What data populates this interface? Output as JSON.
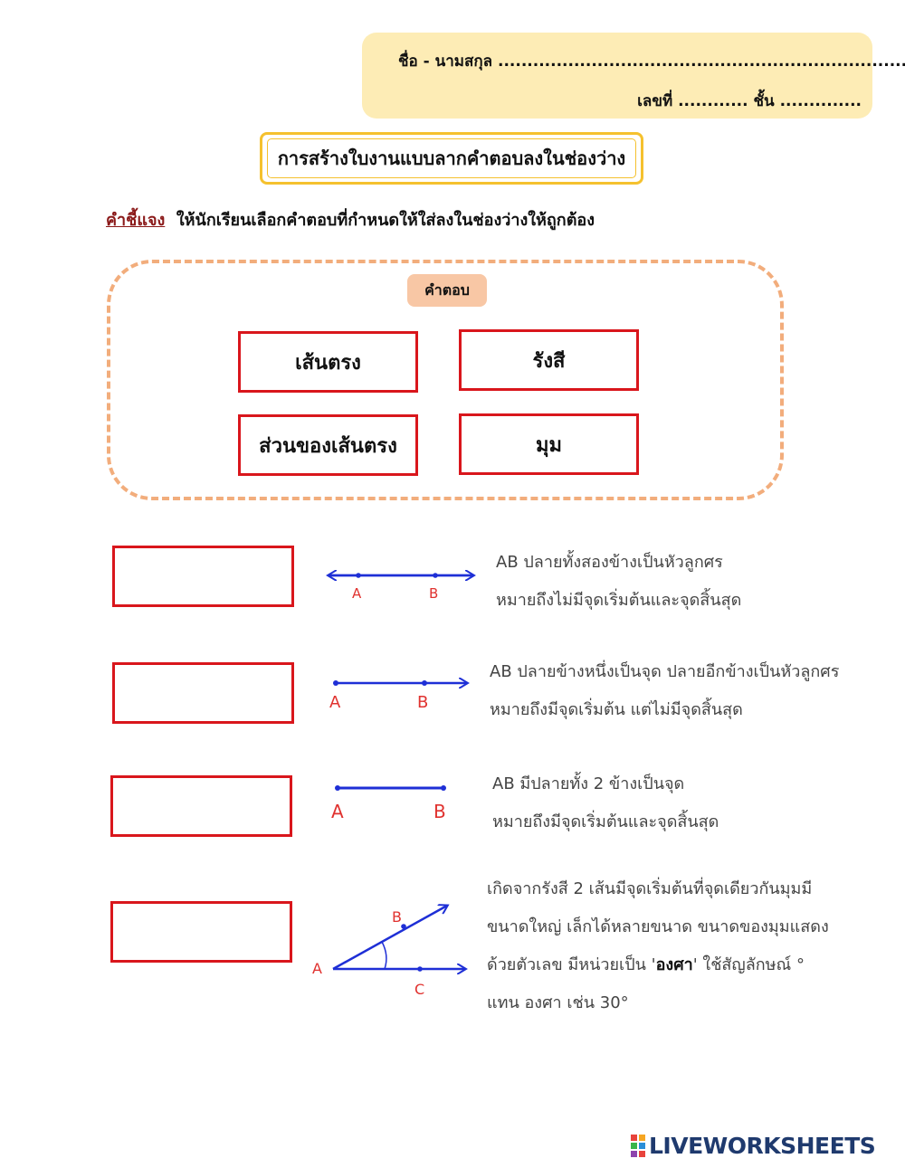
{
  "header": {
    "name_label": "ชื่อ - นามสกุล .......................................................................",
    "number_label": "เลขที่ ............ ชั้น .............."
  },
  "title": "การสร้างใบงานแบบลากคำตอบลงในช่องว่าง",
  "instruction": {
    "label": "คำชี้แจง",
    "text": "ให้นักเรียนเลือกคำตอบที่กำหนดให้ใส่ลงในช่องว่างให้ถูกต้อง"
  },
  "answer_bank": {
    "header": "คำตอบ",
    "choices": [
      "เส้นตรง",
      "รังสี",
      "ส่วนของเส้นตรง",
      "มุม"
    ]
  },
  "questions": [
    {
      "labels": [
        "A",
        "B"
      ],
      "lines": [
        "AB ปลายทั้งสองข้างเป็นหัวลูกศร",
        "หมายถึงไม่มีจุดเริ่มต้นและจุดสิ้นสุด"
      ]
    },
    {
      "labels": [
        "A",
        "B"
      ],
      "lines": [
        "AB ปลายข้างหนึ่งเป็นจุด ปลายอีกข้างเป็นหัวลูกศร",
        "หมายถึงมีจุดเริ่มต้น แต่ไม่มีจุดสิ้นสุด"
      ]
    },
    {
      "labels": [
        "A",
        "B"
      ],
      "lines": [
        "AB มีปลายทั้ง 2 ข้างเป็นจุด",
        "หมายถึงมีจุดเริ่มต้นและจุดสิ้นสุด"
      ]
    },
    {
      "labels": [
        "A",
        "B",
        "C"
      ],
      "line1": "เกิดจากรังสี 2 เส้นมีจุดเริ่มต้นที่จุดเดียวกันมุมมี",
      "line2": "ขนาดใหญ่ เล็กได้หลายขนาด ขนาดของมุมแสดง",
      "line3_pre": "ด้วยตัวเลข มีหน่วยเป็น '",
      "line3_bold": "องศา",
      "line3_post": "' ใช้สัญลักษณ์ °",
      "line4": "แทน องศา เช่น 30°"
    }
  ],
  "footer": {
    "logo_text": "LIVEWORKSHEETS"
  },
  "colors": {
    "header_bg": "#fdecb5",
    "title_border": "#f5c12e",
    "dash_border": "#f2ad7c",
    "answer_header_bg": "#f8c7a5",
    "box_border": "#d9161c",
    "line_blue": "#1e2fd6",
    "label_red": "#e0322f"
  }
}
